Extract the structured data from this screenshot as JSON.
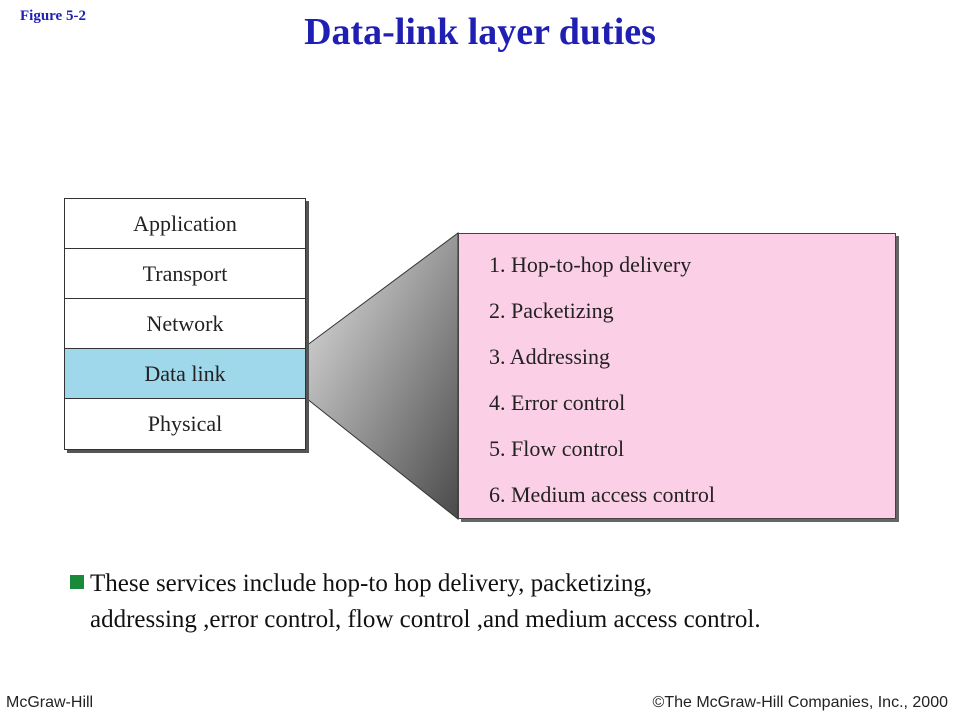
{
  "header": {
    "figure_label": "Figure 5-2",
    "title": "Data-link layer duties"
  },
  "layers": [
    {
      "label": "Application"
    },
    {
      "label": "Transport"
    },
    {
      "label": "Network"
    },
    {
      "label": "Data link",
      "highlighted": true
    },
    {
      "label": "Physical"
    }
  ],
  "duties": [
    "1. Hop-to-hop delivery",
    "2. Packetizing",
    "3. Addressing",
    "4. Error control",
    "5. Flow control",
    "6. Medium access control"
  ],
  "bullet": {
    "line1": "These services include hop-to hop delivery, packetizing,",
    "line2": "addressing ,error control, flow control ,and medium access control."
  },
  "footer": {
    "left": "McGraw-Hill",
    "right": "©The McGraw-Hill Companies, Inc., 2000"
  },
  "colors": {
    "title": "#1f1fb4",
    "highlight_layer": "#9fd8ea",
    "duties_box": "#fbcfe6",
    "bullet_mark": "#1a8a3a"
  }
}
